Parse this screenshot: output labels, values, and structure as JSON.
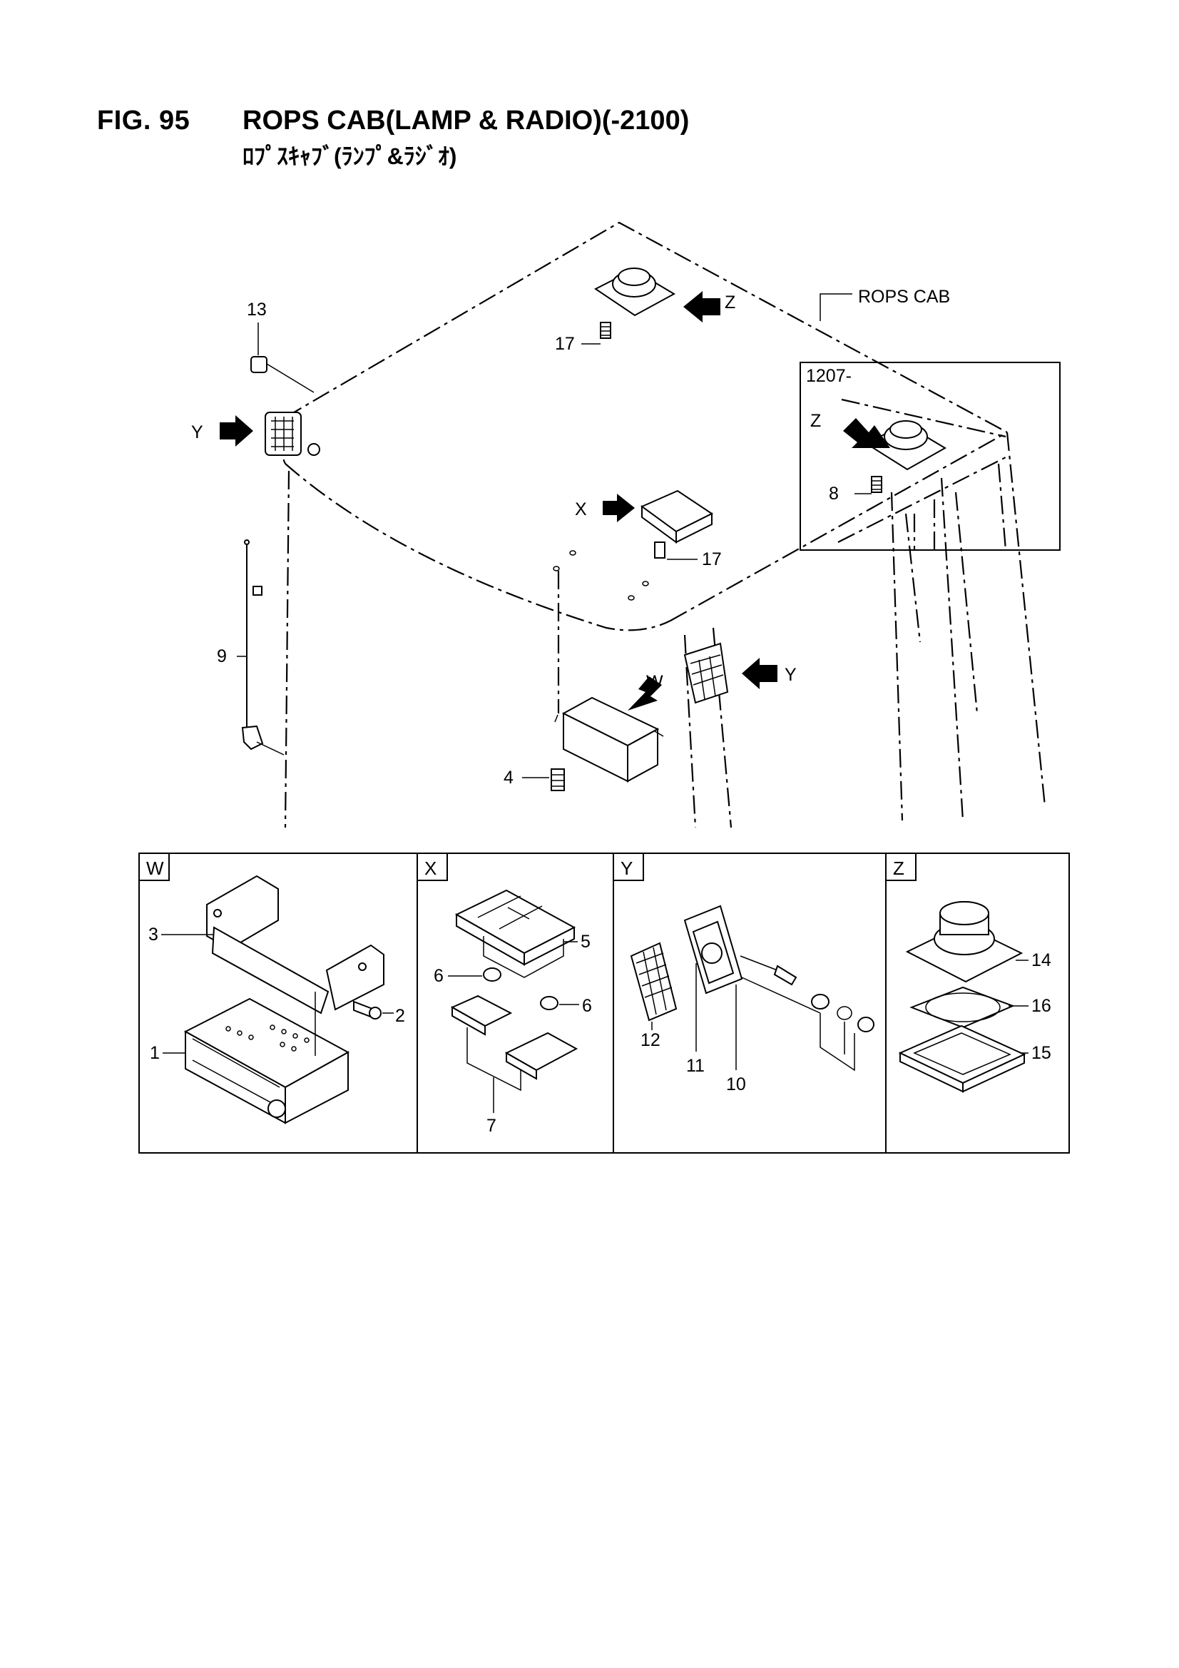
{
  "figure": {
    "number": "FIG. 95",
    "title": "ROPS CAB(LAMP & RADIO)(-2100)",
    "subtitle": "ﾛﾌﾟｽｷｬﾌﾞ(ﾗﾝﾌﾟ&ﾗｼﾞｵ)"
  },
  "main_view": {
    "cab_label": "ROPS CAB",
    "inset_label": "1207-",
    "view_arrows": [
      "Z",
      "Z",
      "Y",
      "Y",
      "X",
      "W"
    ],
    "callouts": [
      "13",
      "17",
      "17",
      "8",
      "9",
      "4"
    ]
  },
  "detail_panels": [
    {
      "letter": "W",
      "callouts": [
        "3",
        "2",
        "1"
      ]
    },
    {
      "letter": "X",
      "callouts": [
        "5",
        "6",
        "6",
        "7"
      ]
    },
    {
      "letter": "Y",
      "callouts": [
        "12",
        "11",
        "10"
      ]
    },
    {
      "letter": "Z",
      "callouts": [
        "14",
        "16",
        "15"
      ]
    }
  ]
}
